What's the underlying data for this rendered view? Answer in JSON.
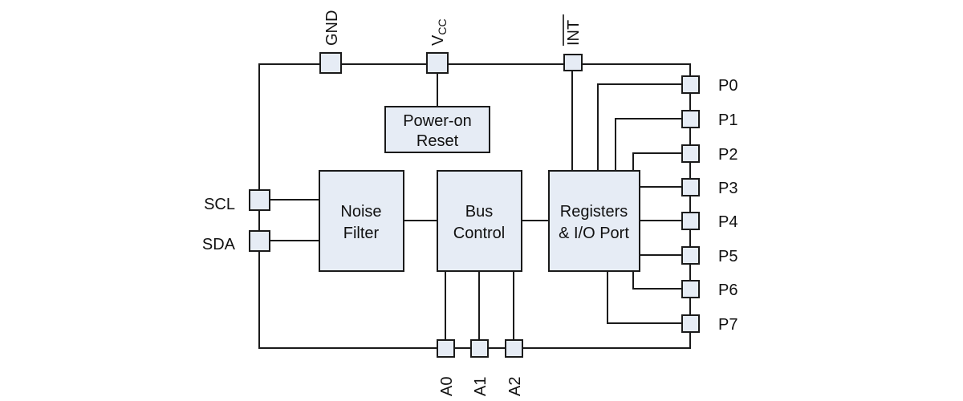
{
  "blocks": {
    "power_on_reset": [
      "Power-on",
      "Reset"
    ],
    "noise_filter": [
      "Noise",
      "Filter"
    ],
    "bus_control": [
      "Bus",
      "Control"
    ],
    "registers": [
      "Registers",
      "& I/O Port"
    ]
  },
  "pins": {
    "top": {
      "gnd": "GND",
      "vcc_main": "V",
      "vcc_sub": "CC",
      "int": "INT"
    },
    "left": [
      "SCL",
      "SDA"
    ],
    "bottom": [
      "A0",
      "A1",
      "A2"
    ],
    "right": [
      "P0",
      "P1",
      "P2",
      "P3",
      "P4",
      "P5",
      "P6",
      "P7"
    ]
  }
}
